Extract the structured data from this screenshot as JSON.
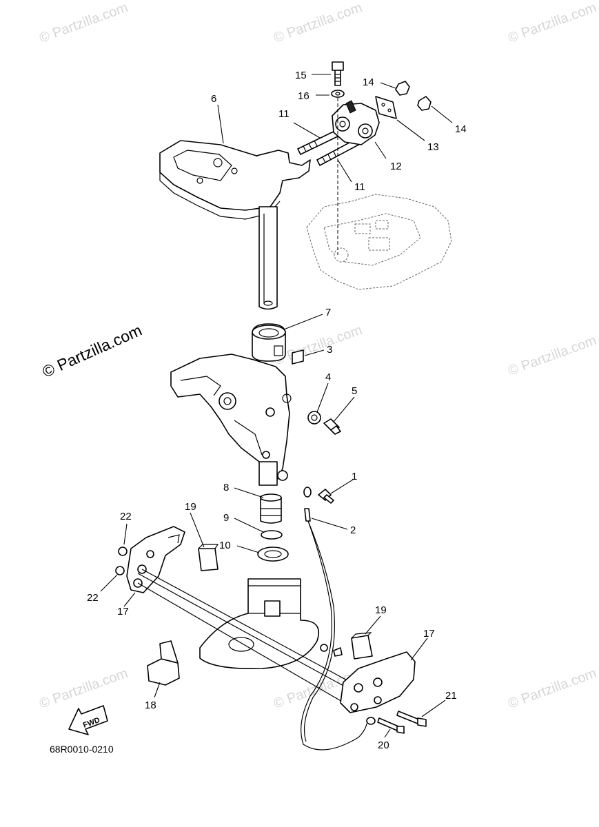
{
  "watermarks": {
    "repeat": "© Partzilla.com",
    "main": "© Partzilla.com"
  },
  "diagram_code": "68R0010-0210",
  "fwd_label": "FWD",
  "callouts": [
    "1",
    "2",
    "3",
    "4",
    "5",
    "6",
    "7",
    "8",
    "9",
    "10",
    "11",
    "11",
    "12",
    "13",
    "14",
    "14",
    "15",
    "16",
    "17",
    "17",
    "18",
    "19",
    "19",
    "20",
    "21",
    "22",
    "22"
  ]
}
